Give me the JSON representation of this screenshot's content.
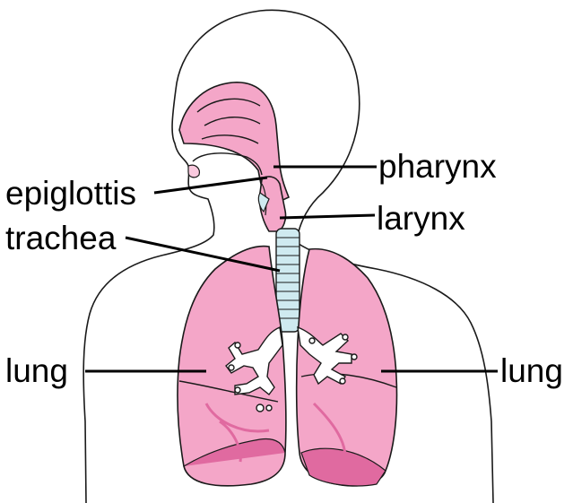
{
  "labels": {
    "pharynx": "pharynx",
    "epiglottis": "epiglottis",
    "larynx": "larynx",
    "trachea": "trachea",
    "lung_left": "lung",
    "lung_right": "lung"
  },
  "colors": {
    "outline": "#1a1a1a",
    "tissue_pink": "#f4a6c8",
    "tissue_dark_pink": "#e06aa0",
    "tissue_light_pink": "#f9c9de",
    "cartilage_blue": "#cfeaf0",
    "background": "#ffffff"
  }
}
